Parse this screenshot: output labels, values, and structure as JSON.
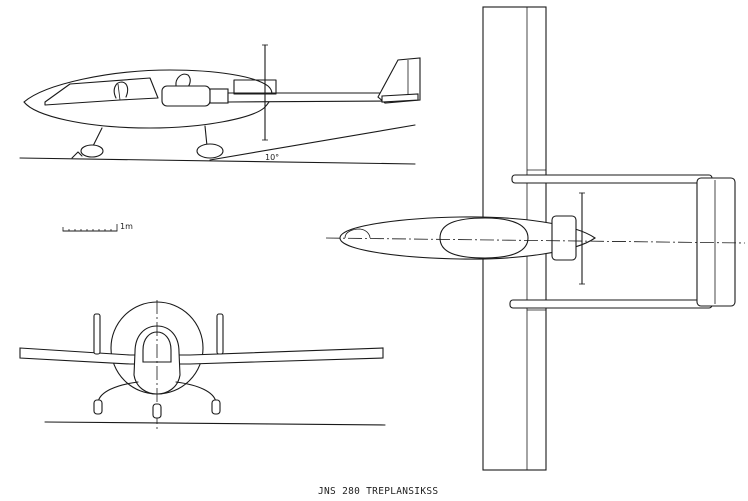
{
  "caption": "JNS 280 TREPLANSIKSS",
  "scale_bar": {
    "label": "1m"
  },
  "side_view": {
    "angle_label": "10°"
  },
  "line_color": "#1a1a1a",
  "background": "#ffffff"
}
